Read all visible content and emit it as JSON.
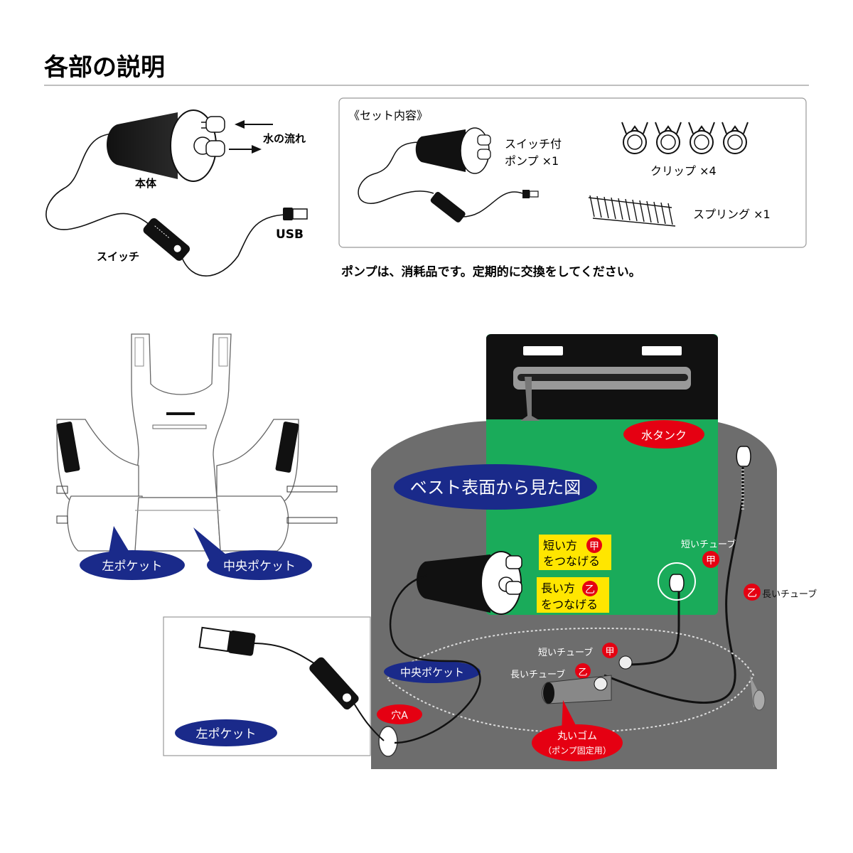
{
  "heading": {
    "title": "各部の説明"
  },
  "parts": {
    "body_label": "本体",
    "flow_label": "水の流れ",
    "switch_label": "スイッチ",
    "usb_label": "USB"
  },
  "set_contents": {
    "title": "《セット内容》",
    "pump_line1": "スイッチ付",
    "pump_line2": "ポンプ ×1",
    "clip_label": "クリップ ×4",
    "spring_label": "スプリング ×1"
  },
  "note": "ポンプは、消耗品です。定期的に交換をしてください。",
  "vest": {
    "left_pocket": "左ポケット",
    "center_pocket": "中央ポケット"
  },
  "detail": {
    "view_title": "ベスト表面から見た図",
    "water_tank": "水タンク",
    "short_side_line1": "短い方",
    "short_side_line2": "をつなげる",
    "long_side_line1": "長い方",
    "long_side_line2": "をつなげる",
    "kou": "甲",
    "otsu": "乙",
    "short_tube": "短いチューブ",
    "long_tube": "長いチューブ",
    "center_pocket": "中央ポケット",
    "left_pocket": "左ポケット",
    "hole_a": "穴A",
    "rubber_line1": "丸いゴム",
    "rubber_line2": "（ポンプ固定用）"
  }
}
